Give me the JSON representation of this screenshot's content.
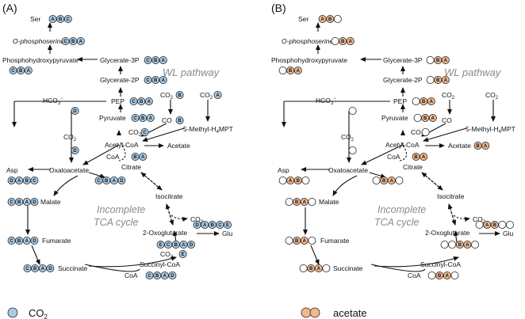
{
  "panel_labels": {
    "a": "(A)",
    "b": "(B)"
  },
  "pathway_labels": {
    "wl": "WL pathway",
    "tca_line1": "Incomplete",
    "tca_line2": "TCA cycle"
  },
  "metabolites": {
    "ser": "Ser",
    "o_phosphoserine": "O-phosphoserine",
    "phosphohydroxypyruvate": "Phosphohydroxypyruvate",
    "glycerate_3p": "Glycerate-3P",
    "glycerate_2p": "Glycerate-2P",
    "pep": "PEP",
    "hco3": "HCO",
    "hco3_sub": "3",
    "hco3_sup": "−",
    "co2": "CO",
    "co2_sub": "2",
    "co": "CO",
    "methyl_prefix": "5-Methyl-H",
    "methyl_sub": "4",
    "methyl_suffix": "MPT",
    "pyruvate": "Pyruvate",
    "acetyl_coa": "Acetyl-CoA",
    "coa": "CoA",
    "acetate": "Acetate",
    "asp": "Asp",
    "oxaloacetate": "Oxaloacetate",
    "citrate": "Citrate",
    "isocitrate": "Isocitrate",
    "malate": "Malate",
    "fumarate": "Fumarate",
    "succinate": "Succinate",
    "succinyl_coa": "Succinyl-CoA",
    "oxoglutarate": "2-Oxoglutarate",
    "glu": "Glu"
  },
  "legend": {
    "co2": "CO",
    "co2_sub": "2",
    "acetate": "acetate"
  },
  "colors": {
    "co2_fill": "#a9cbe6",
    "acetate_fill": "#f1b88f",
    "unlabeled_fill": "#ffffff",
    "pathway_text": "#8a8a8a"
  },
  "carbon_labels": {
    "a": {
      "ser": [
        "A",
        "B",
        "C"
      ],
      "o_phosphoserine": [
        "C",
        "B",
        "A"
      ],
      "phosphohydroxypyruvate": [
        "C",
        "B",
        "A"
      ],
      "glycerate_3p": [
        "C",
        "B",
        "A"
      ],
      "glycerate_2p": [
        "C",
        "B",
        "A"
      ],
      "pep": [
        "C",
        "B",
        "A"
      ],
      "pyruvate": [
        "C",
        "B",
        "A"
      ],
      "co2_methyl": [
        "A"
      ],
      "co2_co": [
        "B"
      ],
      "co": [
        "B"
      ],
      "co2_pyruvate": [
        "C"
      ],
      "hco3": [
        "D"
      ],
      "co2_oxaloacetate": [
        "D"
      ],
      "acetyl_coa": [
        "B",
        "A"
      ],
      "asp": [
        "D",
        "A",
        "B",
        "C"
      ],
      "oxaloacetate": [
        "C",
        "B",
        "A",
        "D"
      ],
      "malate": [
        "C",
        "B",
        "A",
        "D"
      ],
      "fumarate": [
        "C",
        "B",
        "A",
        "D"
      ],
      "succinate": [
        "C",
        "B",
        "A",
        "D"
      ],
      "succinyl_coa": [
        "C",
        "B",
        "A",
        "D"
      ],
      "co2_succinyl": [
        "E"
      ],
      "oxoglutarate": [
        "E",
        "C",
        "B",
        "A",
        "D"
      ],
      "glu": [
        "D",
        "A",
        "B",
        "C",
        "E"
      ]
    },
    "b": {
      "ser": [
        "A",
        "B",
        ""
      ],
      "o_phosphoserine": [
        "",
        "B",
        "A"
      ],
      "phosphohydroxypyruvate": [
        "",
        "B",
        "A"
      ],
      "glycerate_3p": [
        "",
        "B",
        "A"
      ],
      "glycerate_2p": [
        "",
        "B",
        "A"
      ],
      "pep": [
        "",
        "B",
        "A"
      ],
      "pyruvate": [
        "",
        "B",
        "A"
      ],
      "co2_pyruvate": [
        ""
      ],
      "hco3": [
        ""
      ],
      "co2_oxaloacetate": [
        ""
      ],
      "acetyl_coa": [
        "B",
        "A"
      ],
      "acetate": [
        "B",
        "A"
      ],
      "asp": [
        "",
        "A",
        "B",
        ""
      ],
      "oxaloacetate": [
        "",
        "B",
        "A",
        ""
      ],
      "malate": [
        "",
        "B",
        "A",
        ""
      ],
      "fumarate": [
        "",
        "B",
        "A",
        ""
      ],
      "succinate": [
        "",
        "B",
        "A",
        ""
      ],
      "succinyl_coa": [
        "",
        "B",
        "A",
        ""
      ],
      "oxoglutarate": [
        "",
        "",
        "B",
        "A",
        ""
      ],
      "glu": [
        "",
        "A",
        "B",
        "",
        ""
      ]
    }
  }
}
